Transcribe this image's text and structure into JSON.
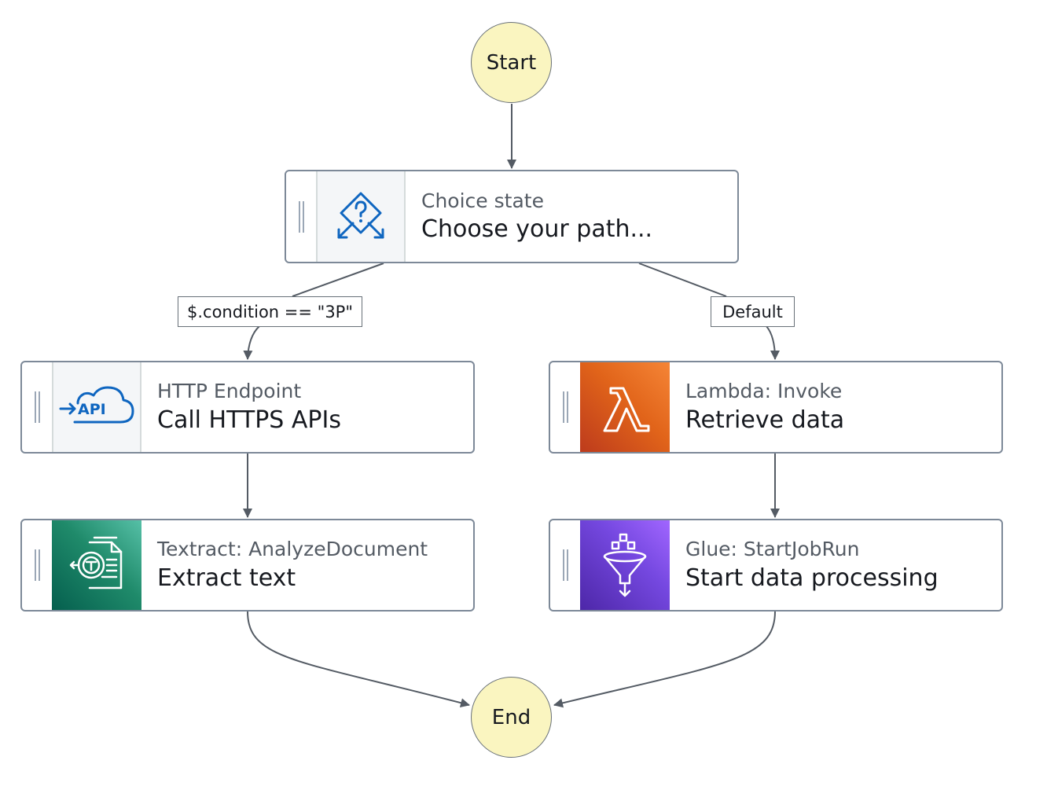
{
  "terminals": {
    "start": "Start",
    "end": "End"
  },
  "states": {
    "choice": {
      "type": "Choice state",
      "name": "Choose your path...",
      "icon": "choice-diamond-icon"
    },
    "http": {
      "type": "HTTP Endpoint",
      "name": "Call HTTPS APIs",
      "icon": "api-cloud-icon"
    },
    "lambda": {
      "type": "Lambda: Invoke",
      "name": "Retrieve data",
      "icon": "lambda-icon"
    },
    "textract": {
      "type": "Textract: AnalyzeDocument",
      "name": "Extract text",
      "icon": "textract-icon"
    },
    "glue": {
      "type": "Glue: StartJobRun",
      "name": "Start data processing",
      "icon": "glue-funnel-icon"
    }
  },
  "edge_labels": {
    "condition": "$.condition == \"3P\"",
    "default": "Default"
  },
  "colors": {
    "terminal_fill": "#faf5c0",
    "edge": "#545b64",
    "choice_icon": "#0f66c0",
    "lambda": "#e1641a",
    "textract": "#1f8a6a",
    "glue": "#7548e0"
  }
}
